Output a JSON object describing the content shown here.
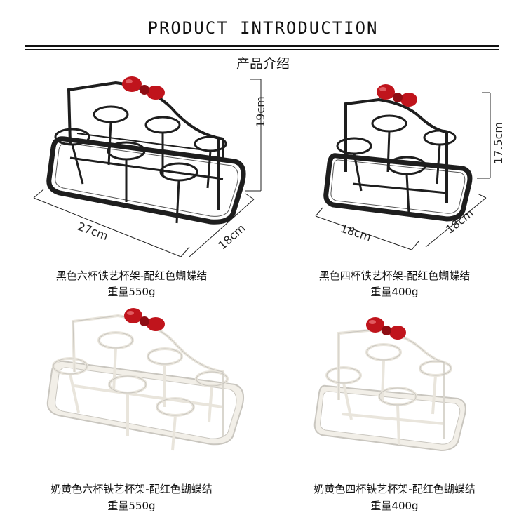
{
  "header": {
    "title": "PRODUCT INTRODUCTION",
    "subtitle": "产品介绍"
  },
  "colors": {
    "black_frame": "#1e1e1e",
    "cream_frame": "#f2efe8",
    "cream_outline": "#c9c6bf",
    "bow_red": "#c0141c"
  },
  "products": [
    {
      "name": "黑色六杯铁艺杯架-配红色蝴蝶结",
      "weight": "重量550g",
      "dimensions": {
        "length": "27cm",
        "width": "18cm",
        "height": "19cm"
      }
    },
    {
      "name": "黑色四杯铁艺杯架-配红色蝴蝶结",
      "weight": "重量400g",
      "dimensions": {
        "length": "18cm",
        "width": "18cm",
        "height": "17.5cm"
      }
    },
    {
      "name": "奶黄色六杯铁艺杯架-配红色蝴蝶结",
      "weight": "重量550g"
    },
    {
      "name": "奶黄色四杯铁艺杯架-配红色蝴蝶结",
      "weight": "重量400g"
    }
  ]
}
